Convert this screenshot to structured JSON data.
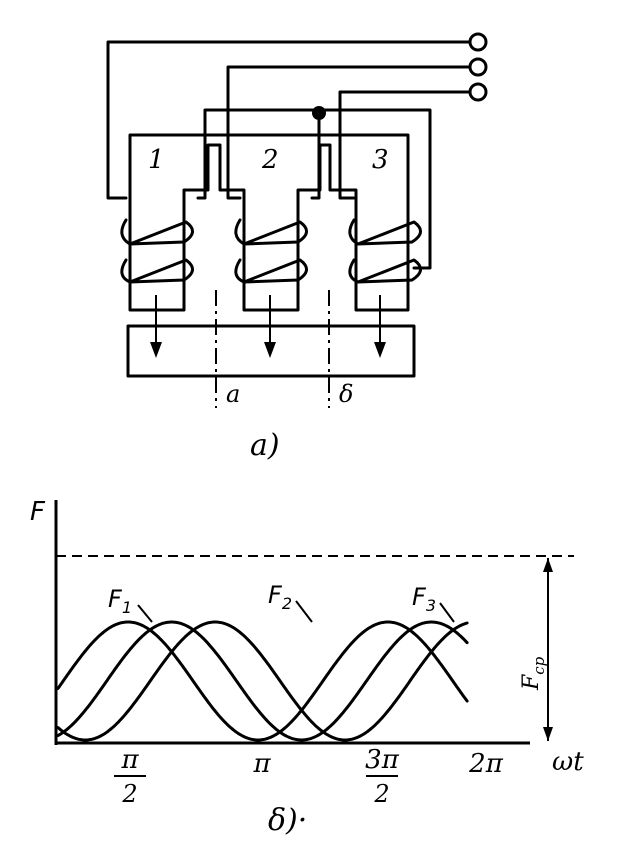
{
  "diagram_a": {
    "pole_labels": [
      "1",
      "2",
      "3"
    ],
    "section_labels": [
      "a",
      "δ"
    ],
    "caption": "a)"
  },
  "chart_data": {
    "type": "line",
    "ylabel": "F",
    "xlabel": "ωt",
    "x_ticks": [
      {
        "num": "π",
        "den": "2",
        "x": 1.5708
      },
      {
        "num": "π",
        "den": "",
        "x": 3.1416
      },
      {
        "num": "3π",
        "den": "2",
        "x": 4.7124
      },
      {
        "num": "2π",
        "den": "",
        "x": 6.2832
      }
    ],
    "series": [
      {
        "name": "F1",
        "label_main": "F",
        "label_sub": "1"
      },
      {
        "name": "F2",
        "label_main": "F",
        "label_sub": "2"
      },
      {
        "name": "F3",
        "label_main": "F",
        "label_sub": "3"
      }
    ],
    "average_label_main": "F",
    "average_label_sub": "cp",
    "caption": "δ)·",
    "grid": false
  }
}
